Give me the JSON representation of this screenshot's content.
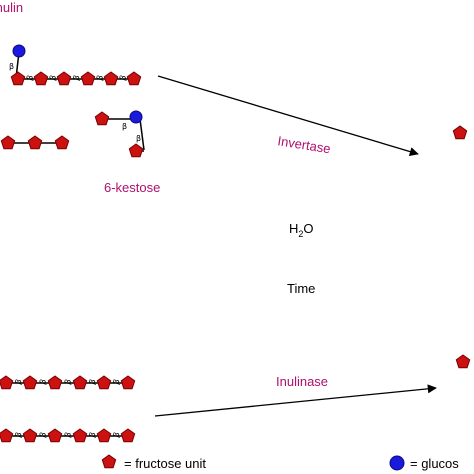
{
  "labels": {
    "inulin": "Inulin",
    "six_kestose": "6-kestose",
    "invertase": "Invertase",
    "water": "H",
    "water_subscript": "2",
    "water_o": "O",
    "time": "Time",
    "inulinase": "Inulinase",
    "beta": "β"
  },
  "legend": {
    "fructose_label": "= fructose unit",
    "glucose_label": "= glucos"
  },
  "colors": {
    "fructose_fill": "#cc1111",
    "fructose_stroke": "#7a0000",
    "glucose_fill": "#1a1adc",
    "glucose_stroke": "#0a0a80",
    "enzyme_text": "#b0106e",
    "arrow": "#000000"
  }
}
